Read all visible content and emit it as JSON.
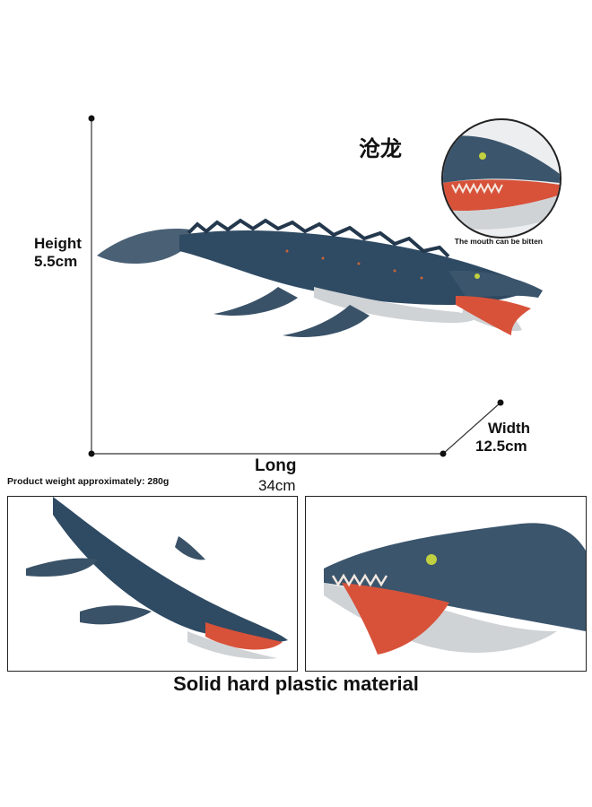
{
  "dimensions": {
    "height_label": "Height",
    "height_value": "5.5cm",
    "width_label": "Width",
    "width_value": "12.5cm",
    "long_label": "Long",
    "long_value": "34cm"
  },
  "title_cn": "沧龙",
  "inset_caption": "The mouth can be bitten",
  "weight_note": "Product weight approximately: 280g",
  "material_caption": "Solid hard plastic material",
  "colors": {
    "body_blue": "#2f4a63",
    "belly_grey": "#cfd3d6",
    "mouth_red": "#d8523a",
    "accent_orange": "#c8643a"
  }
}
